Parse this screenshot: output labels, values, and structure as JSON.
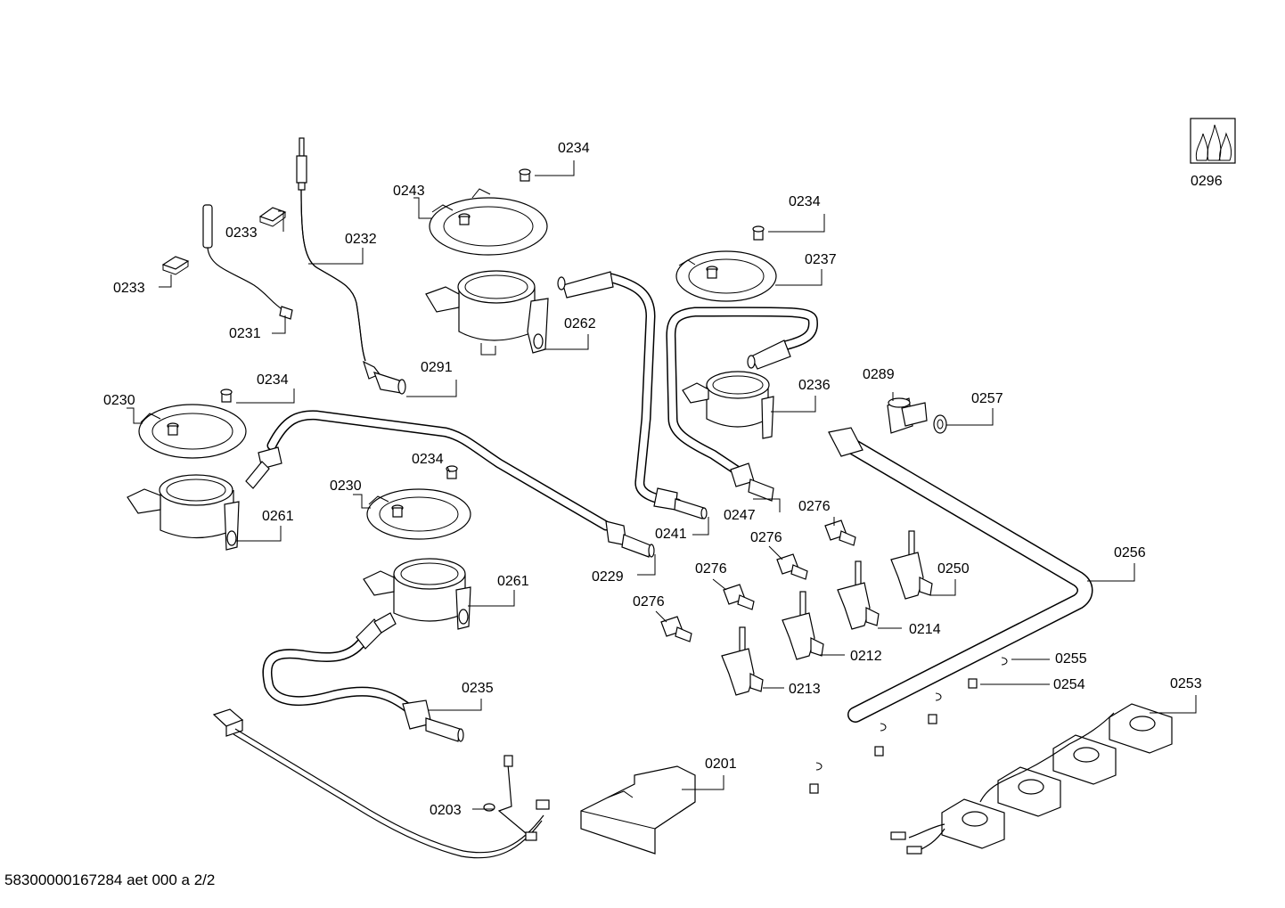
{
  "labels": {
    "l0296": "0296",
    "l0234a": "0234",
    "l0243": "0243",
    "l0233a": "0233",
    "l0232": "0232",
    "l0233b": "0233",
    "l0231": "0231",
    "l0262": "0262",
    "l0291": "0291",
    "l0234b": "0234",
    "l0237": "0237",
    "l0236": "0236",
    "l0289": "0289",
    "l0257": "0257",
    "l0230a": "0230",
    "l0234c": "0234",
    "l0261a": "0261",
    "l0234d": "0234",
    "l0230b": "0230",
    "l0261b": "0261",
    "l0241": "0241",
    "l0247": "0247",
    "l0276a": "0276",
    "l0276b": "0276",
    "l0276c": "0276",
    "l0276d": "0276",
    "l0229": "0229",
    "l0250": "0250",
    "l0256": "0256",
    "l0214": "0214",
    "l0212": "0212",
    "l0213": "0213",
    "l0255": "0255",
    "l0254": "0254",
    "l0253": "0253",
    "l0235": "0235",
    "l0201": "0201",
    "l0203": "0203"
  },
  "footer": "58300000167284 aet 000 a 2/2"
}
